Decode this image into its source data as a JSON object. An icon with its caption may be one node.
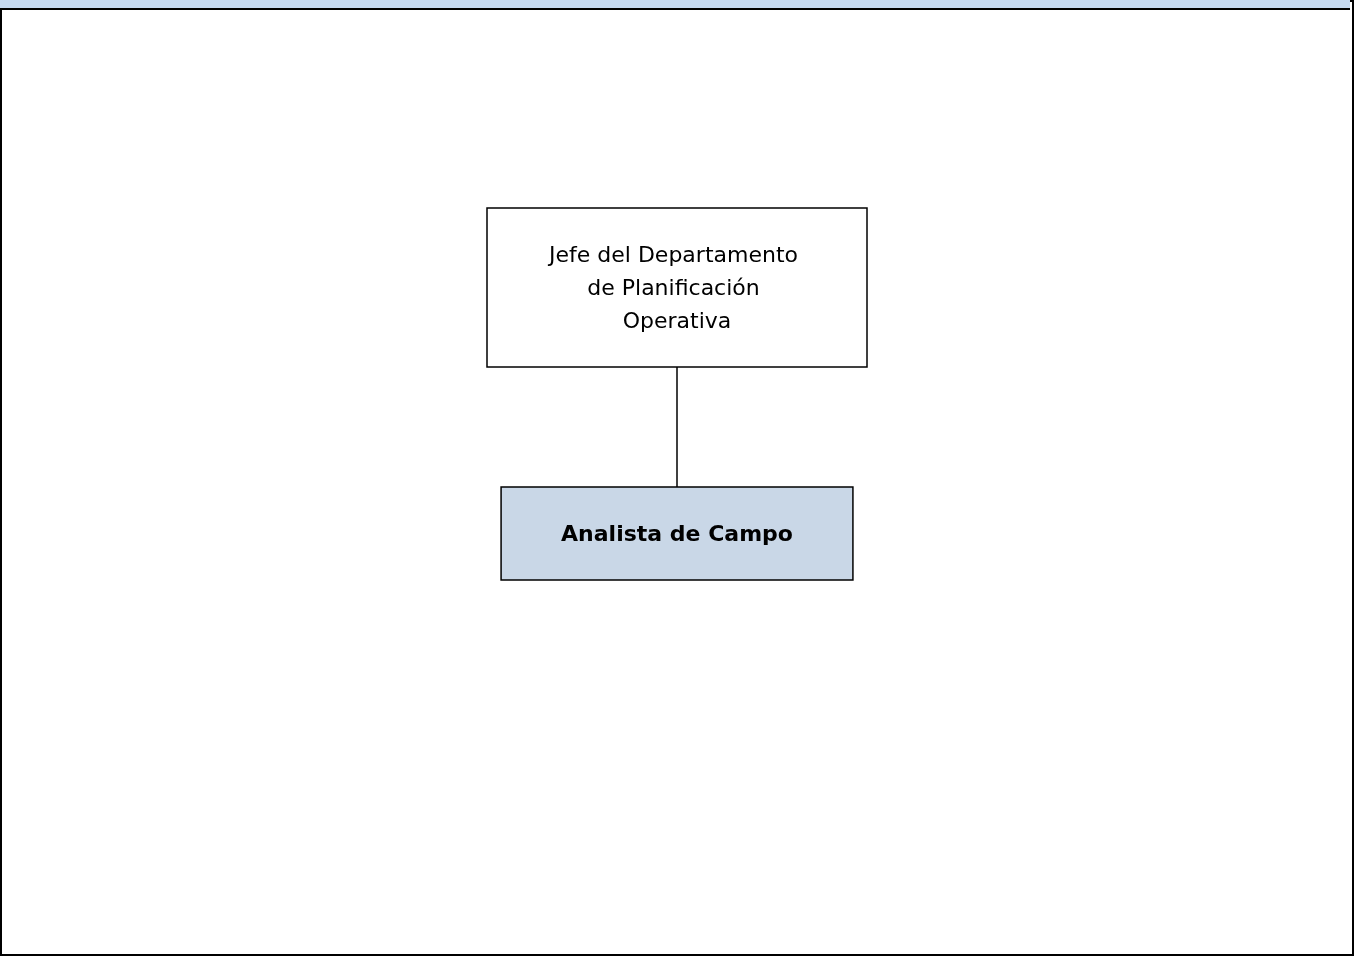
{
  "diagram": {
    "nodes": [
      {
        "text": [
          "Jefe del Departamento de Planificación Operativa"
        ]
      },
      {
        "text": [
          "Analista de Campo"
        ]
      }
    ],
    "edges": [
      {
        "from": 0,
        "to": 1,
        "arrow": "none"
      }
    ]
  }
}
